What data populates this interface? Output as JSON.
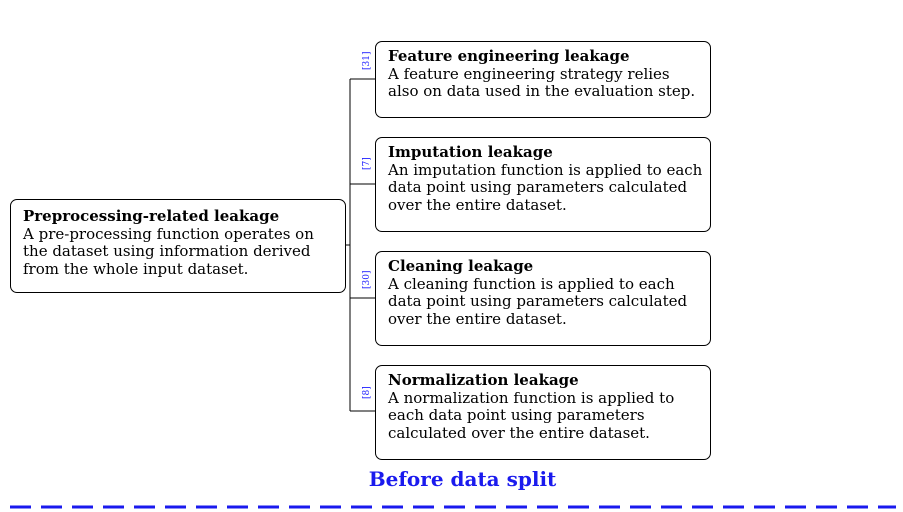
{
  "root": {
    "title": "Preprocessing-related leakage",
    "description": "A pre-processing function operates on the dataset using information derived from the whole input dataset."
  },
  "children": [
    {
      "cite": "[31]",
      "title": "Feature engineering leakage",
      "description": "A feature engineering strategy relies also on data used in the evaluation step."
    },
    {
      "cite": "[7]",
      "title": "Imputation leakage",
      "description": "An imputation function is applied to each data point using parameters calculated over the entire dataset."
    },
    {
      "cite": "[30]",
      "title": "Cleaning leakage",
      "description": "A cleaning function is applied to each data point using parameters calculated over the entire dataset."
    },
    {
      "cite": "[8]",
      "title": "Normalization leakage",
      "description": "A normalization function is applied to each data point using parameters calculated over the entire dataset."
    }
  ],
  "split_label": "Before data split",
  "colors": {
    "accent": "#1a1aee",
    "cite": "#1a1aff",
    "border": "#000000"
  }
}
